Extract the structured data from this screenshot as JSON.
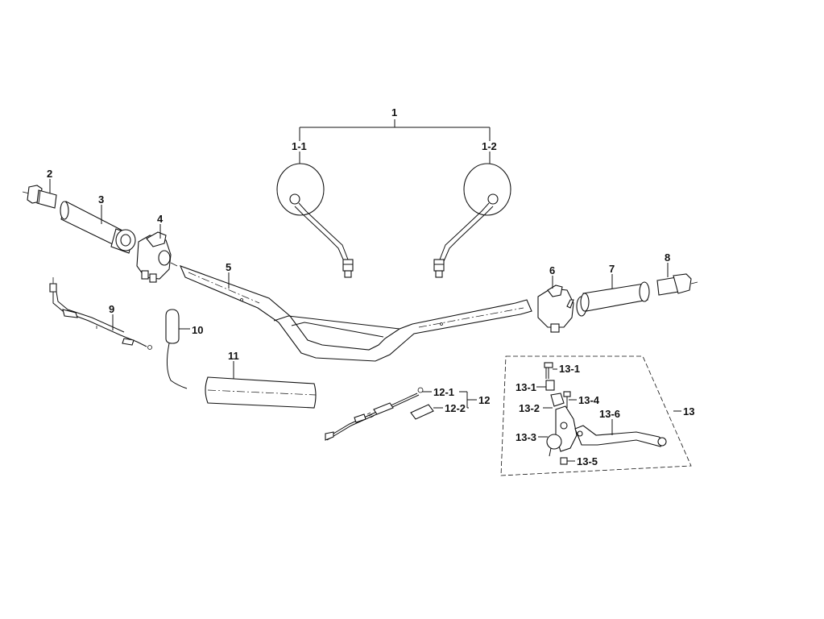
{
  "labels": {
    "p1": "1",
    "p1_1": "1-1",
    "p1_2": "1-2",
    "p2": "2",
    "p3": "3",
    "p4": "4",
    "p5": "5",
    "p6": "6",
    "p7": "7",
    "p8": "8",
    "p9": "9",
    "p10": "10",
    "p11": "11",
    "p12": "12",
    "p12_1": "12-1",
    "p12_2": "12-2",
    "p13": "13",
    "p13_1a": "13-1",
    "p13_1b": "13-1",
    "p13_2": "13-2",
    "p13_3": "13-3",
    "p13_4": "13-4",
    "p13_5": "13-5",
    "p13_6": "13-6"
  }
}
